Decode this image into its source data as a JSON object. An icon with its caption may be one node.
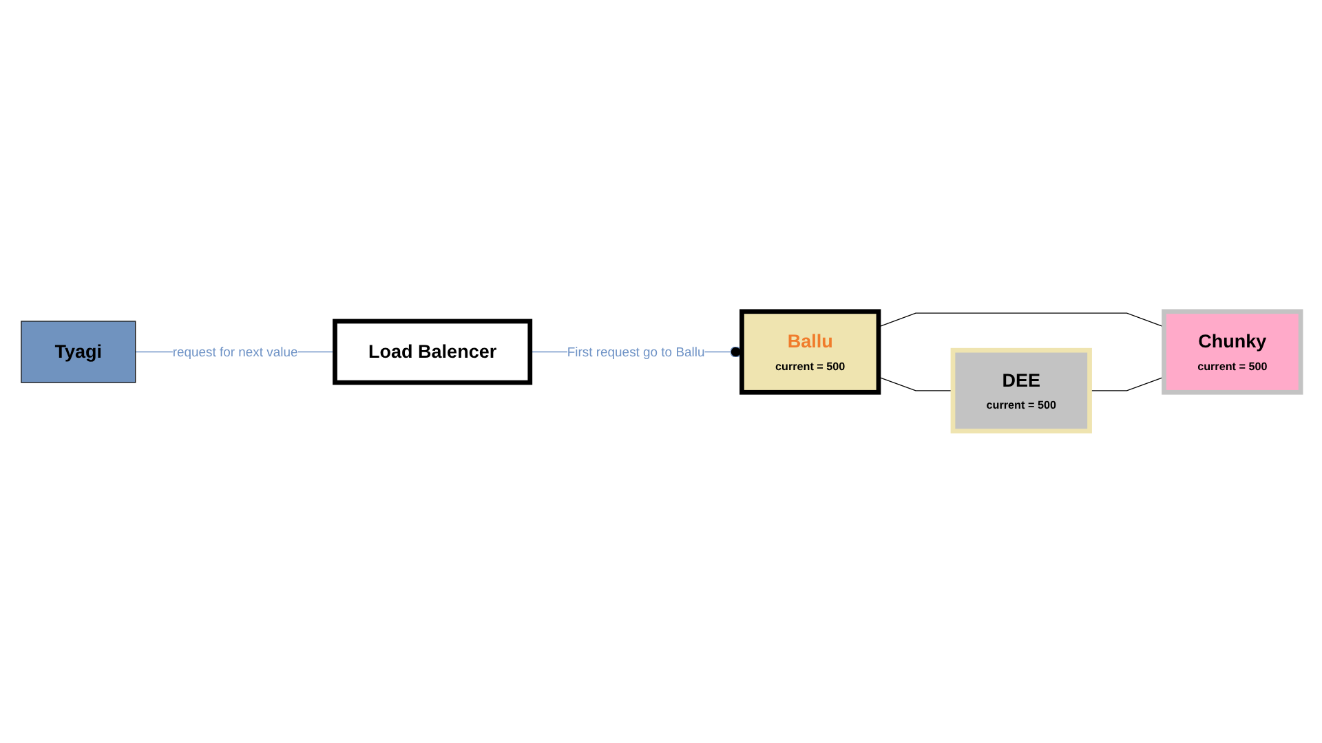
{
  "diagram": {
    "nodes": [
      {
        "text": [
          "Tyagi"
        ]
      },
      {
        "text": [
          "Load Balencer"
        ]
      },
      {
        "text": [
          "Ballu",
          "current = 500"
        ]
      },
      {
        "text": [
          "DEE",
          "current = 500"
        ]
      },
      {
        "text": [
          "Chunky",
          "current = 500"
        ]
      }
    ],
    "edges": [
      {
        "from": 0,
        "to": 1,
        "arrow": "none",
        "label": "request for next value",
        "color": "#6f93c6"
      },
      {
        "from": 1,
        "to": 2,
        "arrow": "other",
        "label": "First request go to Ballu",
        "color": "#6f93c6"
      },
      {
        "from": 2,
        "to": 3,
        "arrow": "none"
      },
      {
        "from": 2,
        "to": 4,
        "arrow": "none"
      },
      {
        "from": 3,
        "to": 4,
        "arrow": "none"
      }
    ]
  }
}
